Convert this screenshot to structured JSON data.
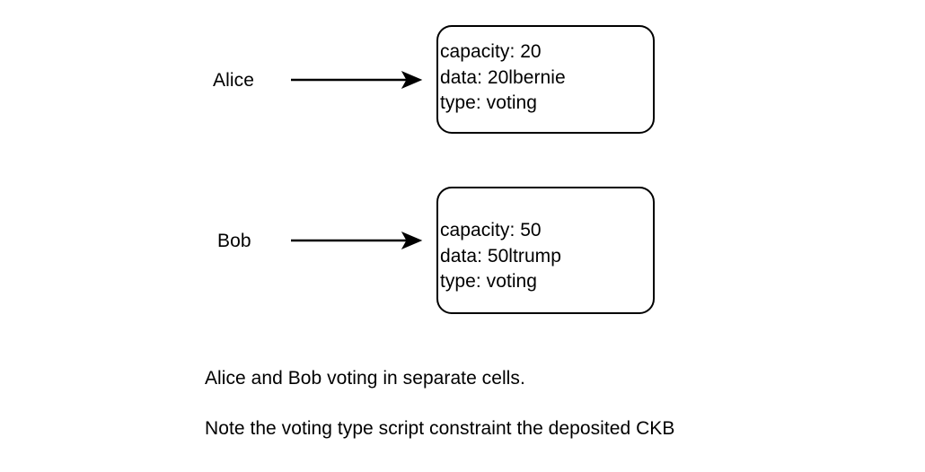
{
  "diagram": {
    "background_color": "#ffffff",
    "stroke_color": "#000000",
    "rows": [
      {
        "actor": "Alice",
        "arrow": "arrow-alice-to-cell",
        "cell": {
          "fields": [
            "capacity: 20",
            "data: 20lbernie",
            "type: voting"
          ]
        }
      },
      {
        "actor": "Bob",
        "arrow": "arrow-bob-to-cell",
        "cell": {
          "fields": [
            "capacity: 50",
            "data: 50ltrump",
            "type: voting"
          ]
        }
      }
    ],
    "captions": [
      "Alice and Bob voting in separate cells.",
      "Note the voting type script constraint the deposited CKB"
    ]
  }
}
